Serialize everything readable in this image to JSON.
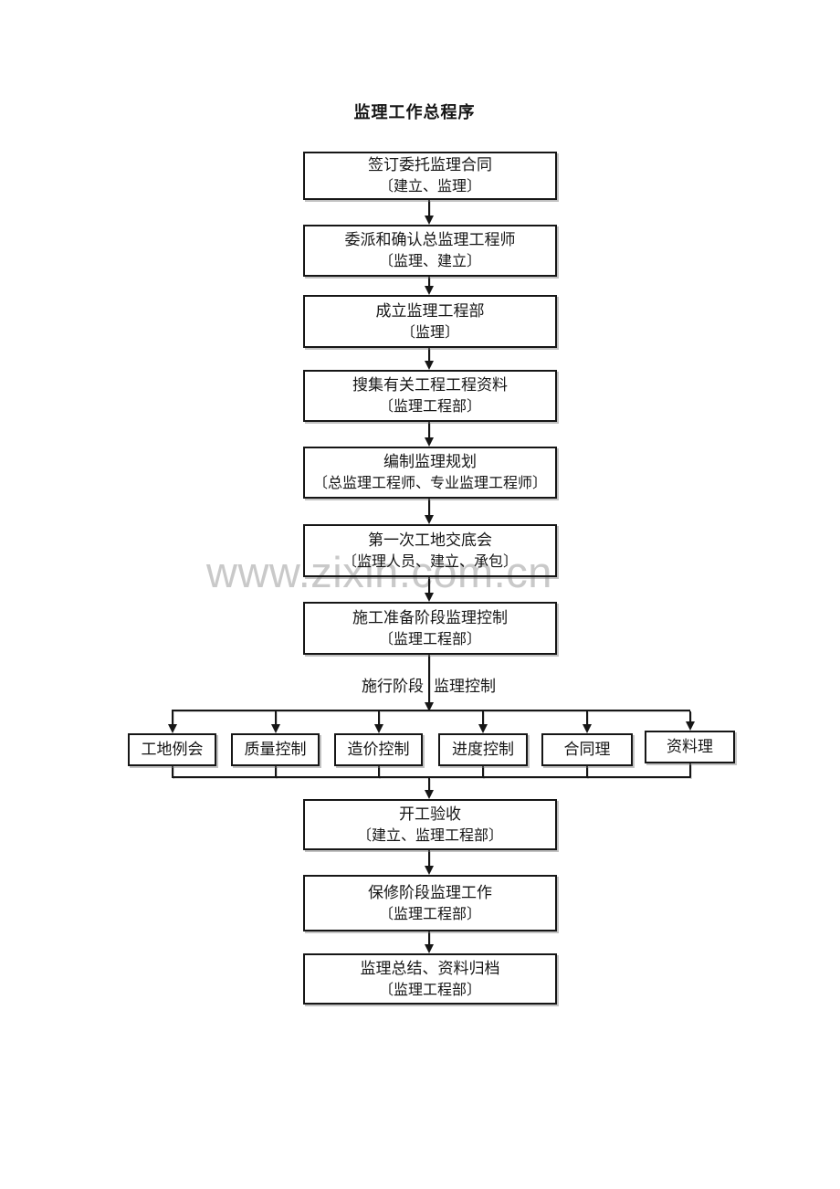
{
  "page": {
    "title": "监理工作总程序",
    "watermark": "www.zixin.com.cn"
  },
  "flow": {
    "main_top": [
      {
        "line1": "签订委托监理合同",
        "line2": "〔建立、监理〕"
      },
      {
        "line1": "委派和确认总监理工程师",
        "line2": "〔监理、建立〕"
      },
      {
        "line1": "成立监理工程部",
        "line2": "〔监理〕"
      },
      {
        "line1": "搜集有关工程工程资料",
        "line2": "〔监理工程部〕"
      },
      {
        "line1": "编制监理规划",
        "line2": "〔总监理工程师、专业监理工程师〕"
      },
      {
        "line1": "第一次工地交底会",
        "line2": "〔监理人员、建立、承包〕"
      },
      {
        "line1": "施工准备阶段监理控制",
        "line2": "〔监理工程部〕"
      }
    ],
    "stage_label": {
      "left": "施行阶段",
      "right": "监理控制"
    },
    "branches": [
      "工地例会",
      "质量控制",
      "造价控制",
      "进度控制",
      "合同理",
      "资料理"
    ],
    "main_bottom": [
      {
        "line1": "开工验收",
        "line2": "〔建立、监理工程部〕"
      },
      {
        "line1": "保修阶段监理工作",
        "line2": "〔监理工程部〕"
      },
      {
        "line1": "监理总结、资料归档",
        "line2": "〔监理工程部〕"
      }
    ]
  },
  "colors": {
    "line": "#161616",
    "text": "#161616",
    "watermark": "#c9c9c9",
    "background": "#ffffff"
  }
}
